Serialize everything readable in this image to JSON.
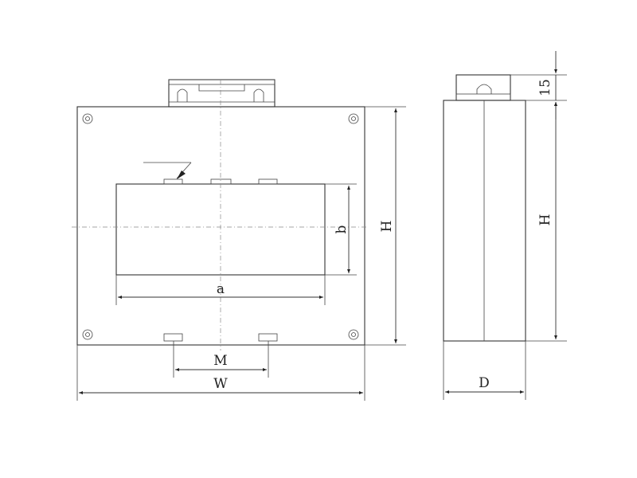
{
  "labels": {
    "window_width": "a",
    "window_height": "b",
    "mount_spacing": "M",
    "overall_width": "W",
    "height_front": "H",
    "height_side": "H",
    "depth": "D",
    "terminal_height": "15"
  },
  "colors": {
    "line": "#333333",
    "centerline": "#888888",
    "background": "#ffffff"
  }
}
